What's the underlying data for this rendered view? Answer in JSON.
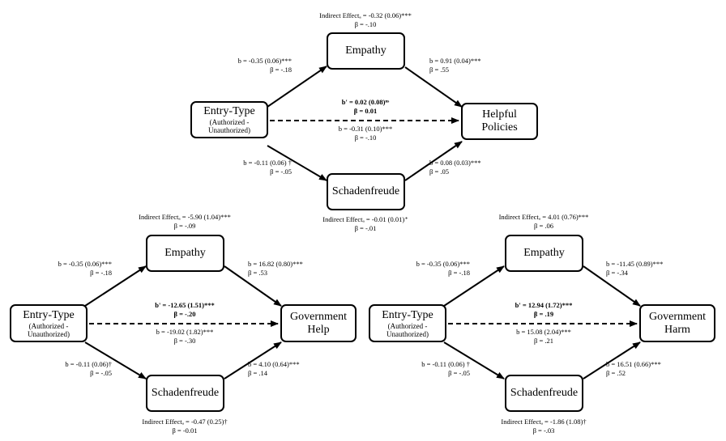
{
  "top": {
    "boxes": {
      "predictor": {
        "title": "Entry-Type",
        "sub1": "(Authorized -",
        "sub2": "Unauthorized)"
      },
      "med1": "Empathy",
      "med2": "Schadenfreude",
      "outcome1": "Helpful",
      "outcome2": "Policies"
    },
    "indirect_top": {
      "l1": "Indirect Effectₐ = -0.32 (0.06)***",
      "l2": "β = -.10"
    },
    "indirect_bottom": {
      "l1": "Indirect Effectₐ = -0.01 (0.01)⁺",
      "l2": "β = -.01"
    },
    "a1": {
      "l1": "b = -0.35 (0.06)***",
      "l2": "β = -.18"
    },
    "b1": {
      "l1": "b = 0.91 (0.04)***",
      "l2": "β = .55"
    },
    "a2": {
      "l1": "b = -0.11 (0.06) †",
      "l2": "β = -.05"
    },
    "b2": {
      "l1": "b = 0.08 (0.03)***",
      "l2": "β = .05"
    },
    "direct": {
      "l1": "b' = 0.02 (0.08)ⁿˢ",
      "l2": "β = 0.01"
    },
    "total": {
      "l1": "b = -0.31 (0.10)***",
      "l2": "β = -.10"
    }
  },
  "left": {
    "boxes": {
      "predictor": {
        "title": "Entry-Type",
        "sub1": "(Authorized -",
        "sub2": "Unauthorized)"
      },
      "med1": "Empathy",
      "med2": "Schadenfreude",
      "outcome1": "Government",
      "outcome2": "Help"
    },
    "indirect_top": {
      "l1": "Indirect Effectₐ = -5.90 (1.04)***",
      "l2": "β = -.09"
    },
    "indirect_bottom": {
      "l1": "Indirect Effectₐ = -0.47 (0.25)†",
      "l2": "β = -0.01"
    },
    "a1": {
      "l1": "b = -0.35 (0.06)***",
      "l2": "β = -.18"
    },
    "b1": {
      "l1": "b = 16.82 (0.80)***",
      "l2": "β = .53"
    },
    "a2": {
      "l1": "b = -0.11 (0.06)†",
      "l2": "β = -.05"
    },
    "b2": {
      "l1": "b = 4.10 (0.64)***",
      "l2": "β = .14"
    },
    "direct": {
      "l1": "b' = -12.65 (1.51)***",
      "l2": "β = -.20"
    },
    "total": {
      "l1": "b = -19.02 (1.82)***",
      "l2": "β = -.30"
    }
  },
  "right": {
    "boxes": {
      "predictor": {
        "title": "Entry-Type",
        "sub1": "(Authorized -",
        "sub2": "Unauthorized)"
      },
      "med1": "Empathy",
      "med2": "Schadenfreude",
      "outcome1": "Government",
      "outcome2": "Harm"
    },
    "indirect_top": {
      "l1": "Indirect Effectₐ = 4.01 (0.76)***",
      "l2": "β = .06"
    },
    "indirect_bottom": {
      "l1": "Indirect Effectₐ = -1.86 (1.08)†",
      "l2": "β = -.03"
    },
    "a1": {
      "l1": "b = -0.35 (0.06)***",
      "l2": "β = -.18"
    },
    "b1": {
      "l1": "b = -11.45 (0.89)***",
      "l2": "β = -.34"
    },
    "a2": {
      "l1": "b = -0.11 (0.06) †",
      "l2": "β = -.05"
    },
    "b2": {
      "l1": "b = 16.51 (0.66)***",
      "l2": "β = .52"
    },
    "direct": {
      "l1": "b' = 12.94 (1.72)***",
      "l2": "β = .19"
    },
    "total": {
      "l1": "b = 15.08 (2.04)***",
      "l2": "β = .21"
    }
  }
}
